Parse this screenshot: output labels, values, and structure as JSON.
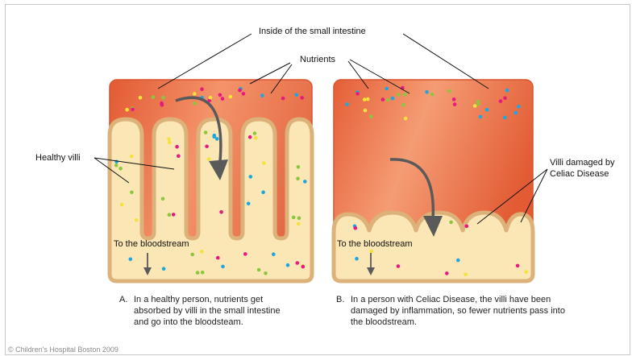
{
  "labels": {
    "inside": "Inside of the small intestine",
    "nutrients": "Nutrients",
    "healthy_villi": "Healthy villi",
    "damaged_villi_line1": "Villi damaged by",
    "damaged_villi_line2": "Celiac Disease",
    "bloodstream_left": "To the bloodstream",
    "bloodstream_right": "To the bloodstream"
  },
  "captions": {
    "a": {
      "letter": "A.",
      "line1": "In a healthy person, nutrients get",
      "line2": "absorbed by villi in the small intestine",
      "line3": "and go into the bloodsteam."
    },
    "b": {
      "letter": "B.",
      "line1": "In a person with Celiac Disease, the villi have been",
      "line2": "damaged by inflammation, so fewer nutrients pass into",
      "line3": "the bloodstream."
    }
  },
  "copyright": "© Children's Hospital Boston 2009",
  "colors": {
    "lumen_dark": "#e4683f",
    "lumen_light": "#f59a6e",
    "villi_fill": "#fbe7b5",
    "villi_border": "#dcb27a",
    "arrow": "#5a5a5a",
    "nutrient_colors": [
      "#e6197f",
      "#1ea6e0",
      "#8cc63f",
      "#f2e33a"
    ]
  }
}
